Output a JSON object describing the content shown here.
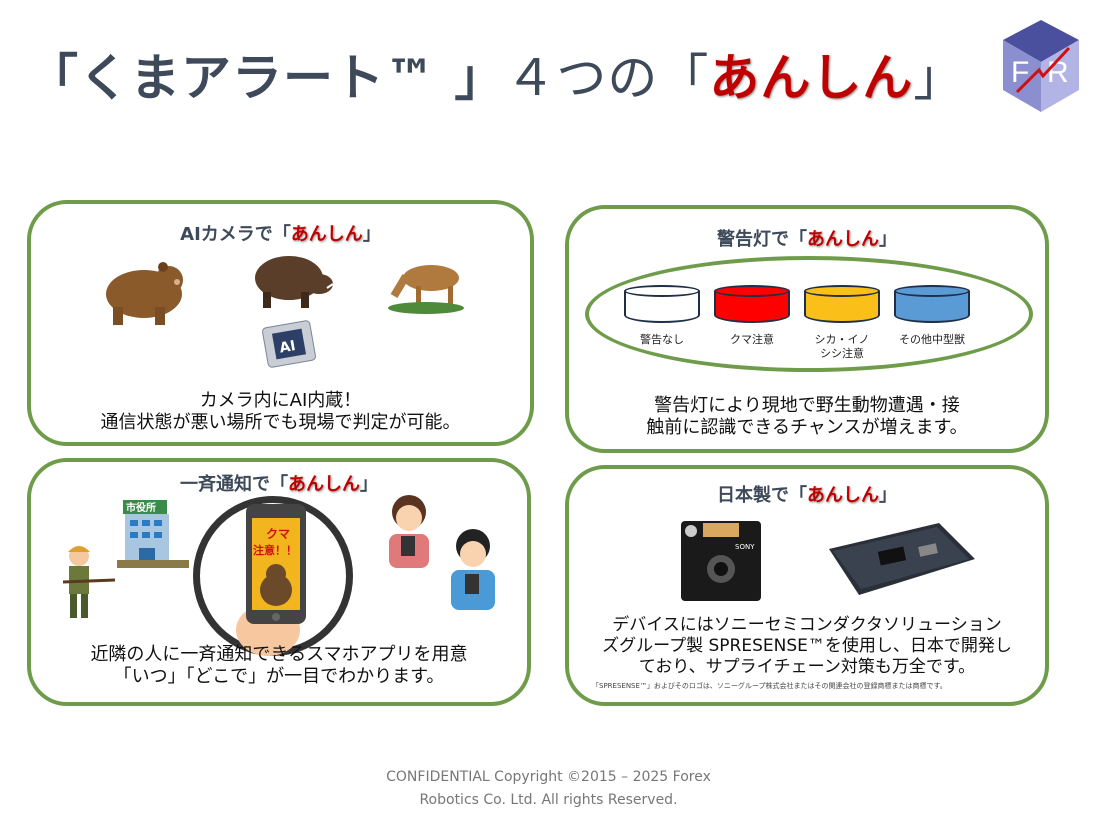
{
  "title": {
    "part1": "「くまアラート™ 」",
    "part2": "４つの「",
    "highlight": "あんしん",
    "part3": "」"
  },
  "logo": {
    "letters": "FR"
  },
  "panels": {
    "ai_camera": {
      "heading_prefix": "AIカメラで「",
      "heading_highlight": "あんしん",
      "heading_suffix": "」",
      "chip_label": "AI",
      "body_line1": "カメラ内にAI内蔵！",
      "body_line2": "通信状態が悪い場所でも現場で判定が可能。"
    },
    "warning_light": {
      "heading_prefix": "警告灯で「",
      "heading_highlight": "あんしん",
      "heading_suffix": "」",
      "lamps": [
        {
          "label": "警告なし",
          "color": "#ffffff"
        },
        {
          "label": "クマ注意",
          "color": "#ff0000"
        },
        {
          "label": "シカ・イノ\nシシ注意",
          "color": "#fbbf1a"
        },
        {
          "label": "その他中型獣",
          "color": "#5b9bd5"
        }
      ],
      "body_line1": "警告灯により現地で野生動物遭遇・接",
      "body_line2": "触前に認識できるチャンスが増えます。"
    },
    "notification": {
      "heading_prefix": "一斉通知で「",
      "heading_highlight": "あんしん",
      "heading_suffix": "」",
      "city_hall_sign": "市役所",
      "phone_alert": "クマ\n注意！！",
      "body_line1": "近隣の人に一斉通知できるスマホアプリを用意",
      "body_line2": "「いつ」「どこで」が一目でわかります。"
    },
    "made_in_japan": {
      "heading_prefix": "日本製で「",
      "heading_highlight": "あんしん",
      "heading_suffix": "」",
      "camera_brand": "SONY",
      "body_line1": "デバイスにはソニーセミコンダクタソリューション",
      "body_line2": "ズグループ製 SPRESENSE™を使用し、日本で開発し",
      "body_line3": "ており、サプライチェーン対策も万全です。",
      "trademark_note": "「SPRESENSE™」およびそのロゴは、ソニーグループ株式会社またはその関連会社の登録商標または商標です。"
    }
  },
  "footer": {
    "line1": "CONFIDENTIAL Copyright ©2015 – 2025 Forex",
    "line2": "Robotics Co. Ltd. All rights Reserved."
  }
}
